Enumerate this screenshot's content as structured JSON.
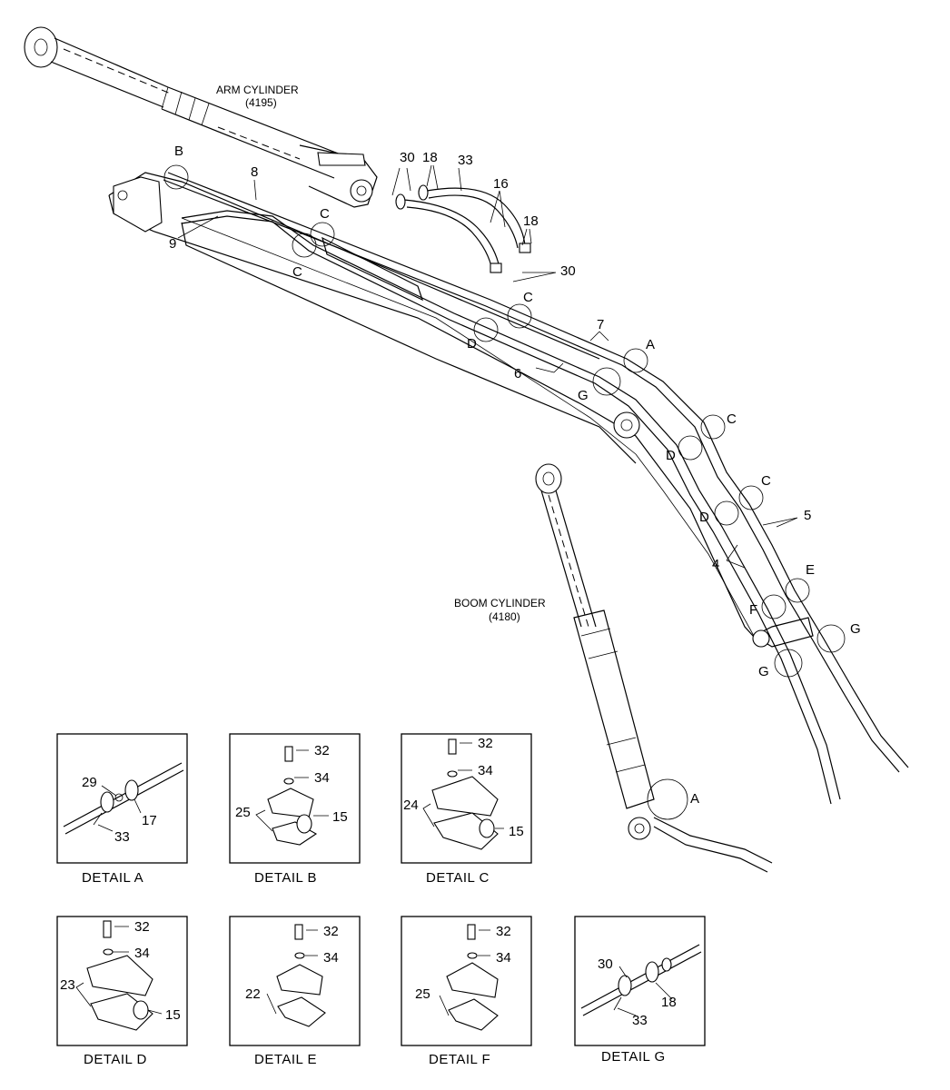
{
  "cylinders": {
    "arm": {
      "name": "ARM CYLINDER",
      "code": "(4195)"
    },
    "boom": {
      "name": "BOOM CYLINDER",
      "code": "(4180)"
    }
  },
  "callouts": {
    "n30a": "30",
    "n18a": "18",
    "n33": "33",
    "n16": "16",
    "n18b": "18",
    "n30b": "30",
    "n8": "8",
    "n9": "9",
    "n7": "7",
    "n6": "6",
    "n5": "5",
    "n4": "4"
  },
  "detail_letters": {
    "B": "B",
    "C1": "C",
    "C2": "C",
    "C3": "C",
    "D1": "D",
    "A1": "A",
    "G1": "G",
    "C4": "C",
    "D2": "D",
    "C5": "C",
    "D3": "D",
    "E": "E",
    "F": "F",
    "G2": "G",
    "G3": "G",
    "A2": "A"
  },
  "details": [
    {
      "title": "DETAIL  A",
      "labels": [
        "29",
        "17",
        "33"
      ]
    },
    {
      "title": "DETAIL  B",
      "labels": [
        "32",
        "34",
        "25",
        "15"
      ]
    },
    {
      "title": "DETAIL  C",
      "labels": [
        "32",
        "34",
        "24",
        "15"
      ]
    },
    {
      "title": "DETAIL  D",
      "labels": [
        "32",
        "34",
        "23",
        "15"
      ]
    },
    {
      "title": "DETAIL  E",
      "labels": [
        "32",
        "34",
        "22"
      ]
    },
    {
      "title": "DETAIL  F",
      "labels": [
        "32",
        "34",
        "25"
      ]
    },
    {
      "title": "DETAIL  G",
      "labels": [
        "30",
        "18",
        "33"
      ]
    }
  ]
}
